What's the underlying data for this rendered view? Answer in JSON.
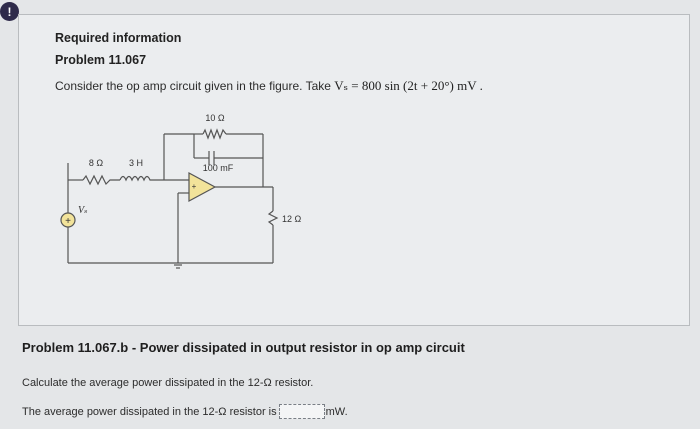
{
  "alert": {
    "icon": "exclamation-icon",
    "glyph": "!"
  },
  "header": {
    "required_label": "Required information",
    "problem_id": "Problem 11.067",
    "statement_text": "Consider the op amp circuit given in the figure. Take",
    "source_formula": "Vₛ = 800 sin (2t + 20°) mV ."
  },
  "circuit": {
    "labels": {
      "r_feedback": "10 Ω",
      "c_feedback": "100 mF",
      "r_series": "8 Ω",
      "l_series": "3 H",
      "r_load": "12 Ω",
      "source": "Vₛ",
      "plus": "+"
    }
  },
  "part_b": {
    "title": "Problem 11.067.b - Power dissipated in output resistor in op amp circuit",
    "instruction": "Calculate the average power dissipated in the 12-Ω resistor.",
    "answer_prefix": "The average power dissipated in the 12-Ω resistor is",
    "answer_value": "",
    "answer_unit": "mW."
  },
  "colors": {
    "background": "#e4e6e8",
    "card_border": "#b9bcbf",
    "circuit_wire": "#555555",
    "opamp_fill": "#f2e39a",
    "source_fill": "#f2e39a"
  }
}
